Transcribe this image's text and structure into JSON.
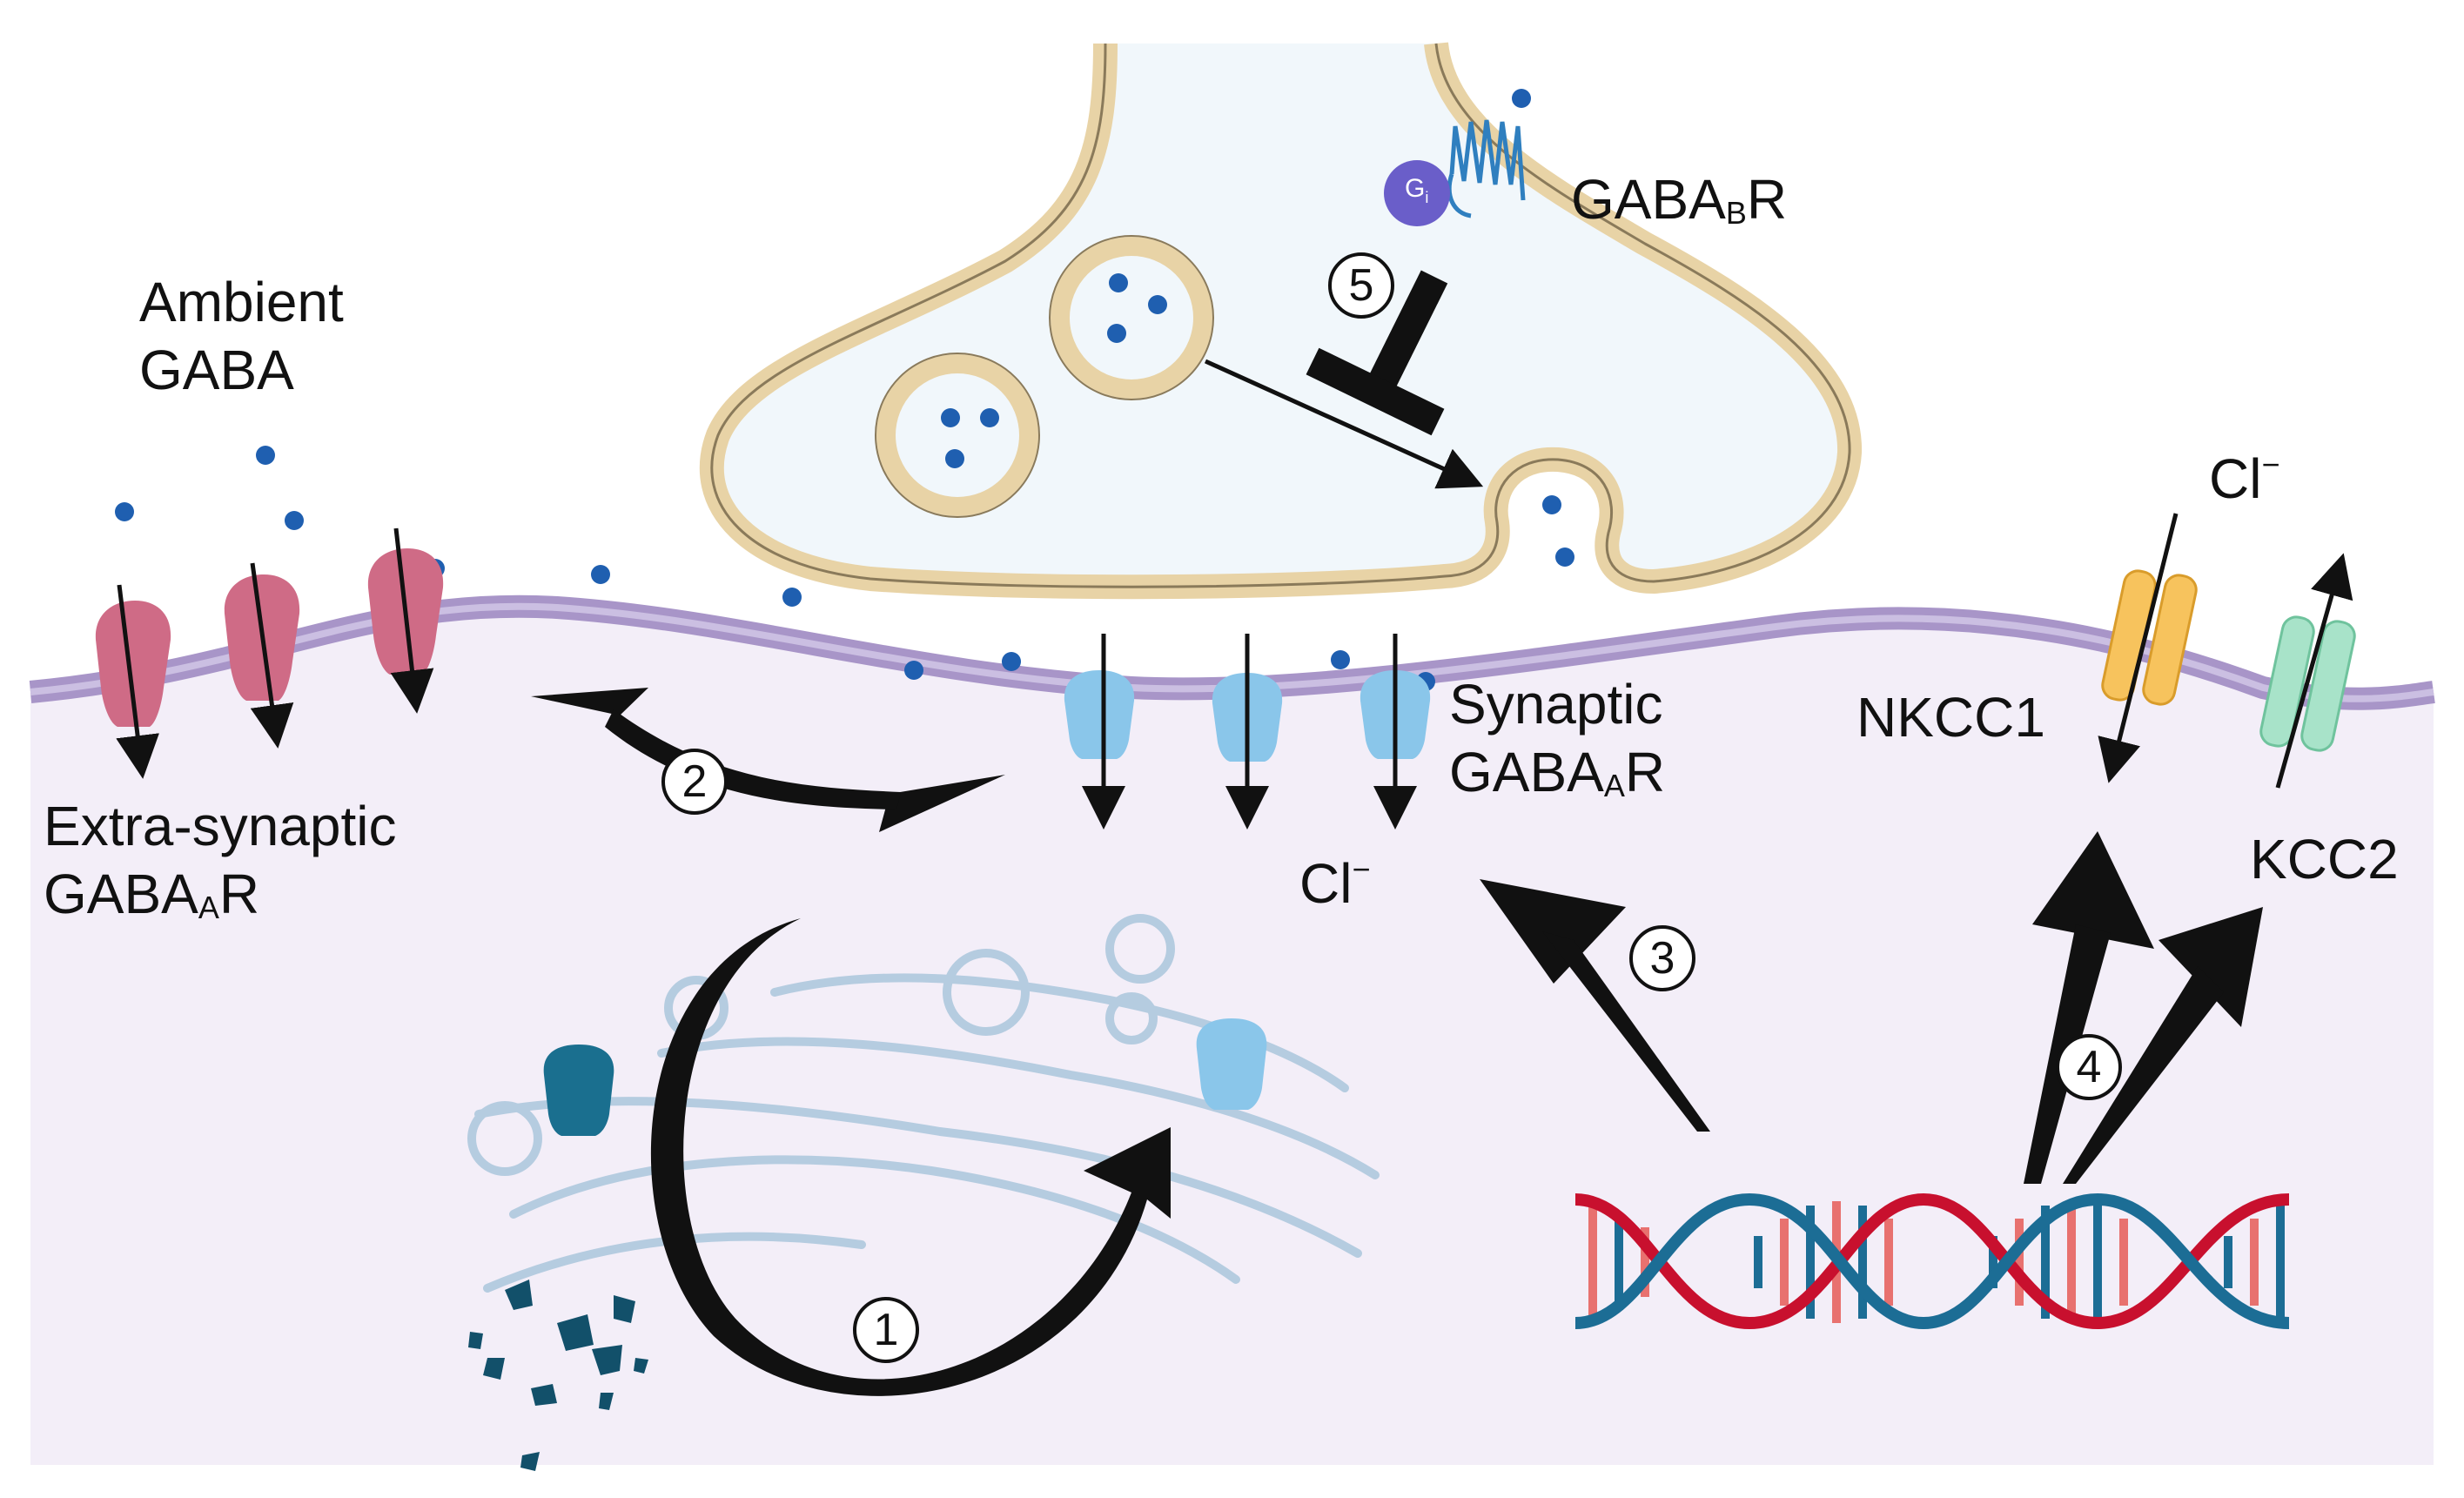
{
  "labels": {
    "ambient_line1": "Ambient",
    "ambient_line2": "GABA",
    "extra_line1": "Extra-synaptic",
    "extra_line2_main": "GABA",
    "extra_line2_sub": "A",
    "extra_line2_end": "R",
    "synaptic_line1": "Synaptic",
    "synaptic_line2_main": "GABA",
    "synaptic_line2_sub": "A",
    "synaptic_line2_end": "R",
    "gabab_main": "GABA",
    "gabab_sub": "B",
    "gabab_end": "R",
    "gi_main": "G",
    "gi_sub": "i",
    "cl_top_main": "Cl",
    "cl_top_sup": "−",
    "cl_mid_main": "Cl",
    "cl_mid_sup": "−",
    "nkcc1": "NKCC1",
    "kcc2": "KCC2"
  },
  "steps": [
    "1",
    "2",
    "3",
    "4",
    "5"
  ],
  "colors": {
    "cytoplasm": "#f3eef8",
    "membrane": "#a895c8",
    "terminal_wall": "#e8d3a6",
    "terminal_fill": "#f1f7fb",
    "gaba_dot": "#1f5fb0",
    "extrasynaptic_receptor": "#cf6b86",
    "synaptic_receptor": "#8ac6ea",
    "nkcc1": "#f7c35d",
    "kcc2": "#a8e3c9",
    "dna_strand_red": "#c8102e",
    "dna_strand_blue": "#1c6d95",
    "golgi": "#b5cce0",
    "degradation": "#12506a",
    "gi_protein": "#6a5ec9",
    "arrow": "#111111"
  },
  "icons": [
    "gaba-molecule-icon",
    "gabaa-receptor-icon",
    "gabab-receptor-icon",
    "gi-protein-icon",
    "nkcc1-transporter-icon",
    "kcc2-transporter-icon",
    "dna-helix-icon",
    "golgi-apparatus-icon",
    "vesicle-icon"
  ]
}
